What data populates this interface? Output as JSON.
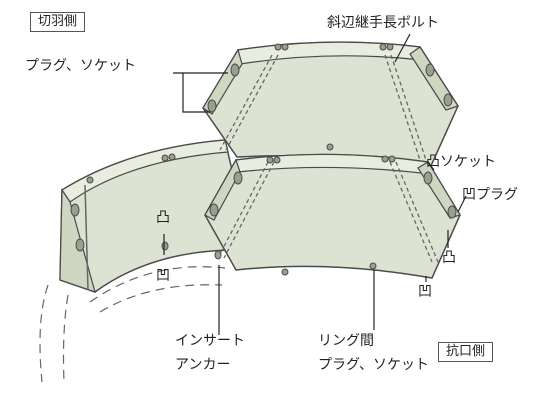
{
  "side_labels": {
    "cutting_face_side": "切羽側",
    "pit_mouth_side": "抗口側"
  },
  "callouts": {
    "plug_socket": "プラグ、ソケット",
    "diagonal_bolt": "斜辺継手長ボルト",
    "convex_socket": "凸ソケット",
    "concave_plug": "凹プラグ",
    "insert_anchor_line1": "インサート",
    "insert_anchor_line2": "アンカー",
    "ring_gap_line1": "リング間",
    "ring_gap_line2": "プラグ、ソケット"
  },
  "symbols": {
    "convex": "凸",
    "concave": "凹"
  },
  "colors": {
    "segment_fill": "#dde3d2",
    "segment_edge": "#e9ede0",
    "outline": "#4a4a4a",
    "bolt": "#666666"
  }
}
